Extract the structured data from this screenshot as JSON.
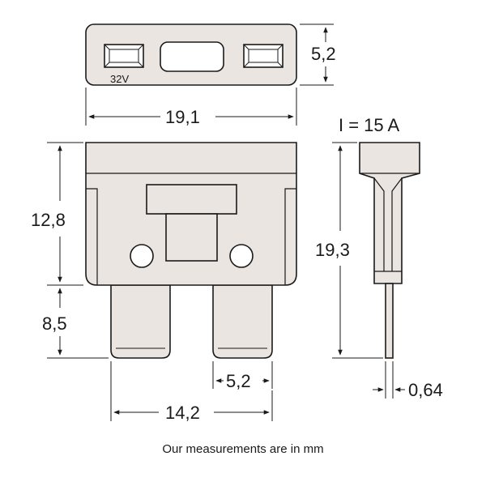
{
  "drawing": {
    "rating_label": "32V",
    "current_rating": "I = 15 A",
    "dimensions": {
      "top_height": "5,2",
      "total_width": "19,1",
      "body_height": "12,8",
      "blade_length": "8,5",
      "blade_width": "5,2",
      "blade_span": "14,2",
      "overall_height": "19,3",
      "blade_thickness": "0,64"
    },
    "units": "mm"
  },
  "caption": "Our measurements are in mm",
  "colors": {
    "line": "#1a1a1a",
    "body_fill": "#eae5e0",
    "window_fill": "#ffffff"
  }
}
